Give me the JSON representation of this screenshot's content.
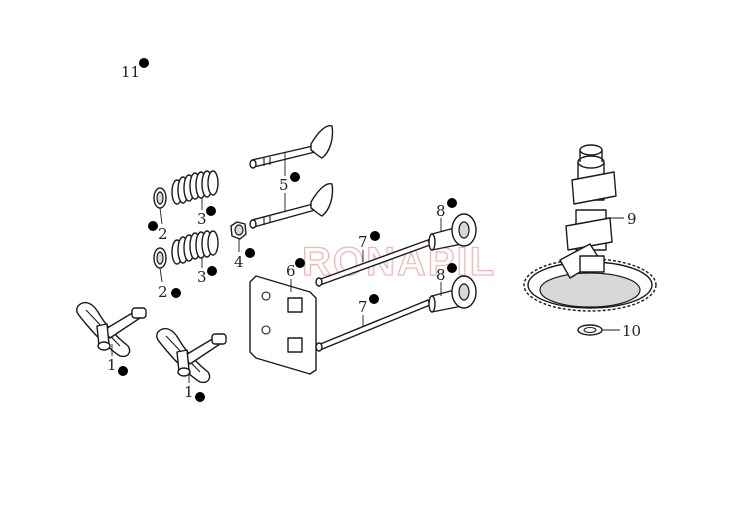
{
  "diagram": {
    "watermark": "RONAPIL",
    "callouts": [
      {
        "id": "1a",
        "label": "1",
        "dot": true
      },
      {
        "id": "1b",
        "label": "1",
        "dot": true
      },
      {
        "id": "2a",
        "label": "2",
        "dot": true
      },
      {
        "id": "2b",
        "label": "2",
        "dot": true
      },
      {
        "id": "3a",
        "label": "3",
        "dot": true
      },
      {
        "id": "3b",
        "label": "3",
        "dot": true
      },
      {
        "id": "4",
        "label": "4",
        "dot": true
      },
      {
        "id": "5",
        "label": "5",
        "dot": true
      },
      {
        "id": "6",
        "label": "6",
        "dot": true
      },
      {
        "id": "7a",
        "label": "7",
        "dot": true
      },
      {
        "id": "7b",
        "label": "7",
        "dot": true
      },
      {
        "id": "8a",
        "label": "8",
        "dot": true
      },
      {
        "id": "8b",
        "label": "8",
        "dot": true
      },
      {
        "id": "9",
        "label": "9",
        "dot": false
      },
      {
        "id": "10",
        "label": "10",
        "dot": false
      },
      {
        "id": "11",
        "label": "11",
        "dot": true
      }
    ]
  }
}
